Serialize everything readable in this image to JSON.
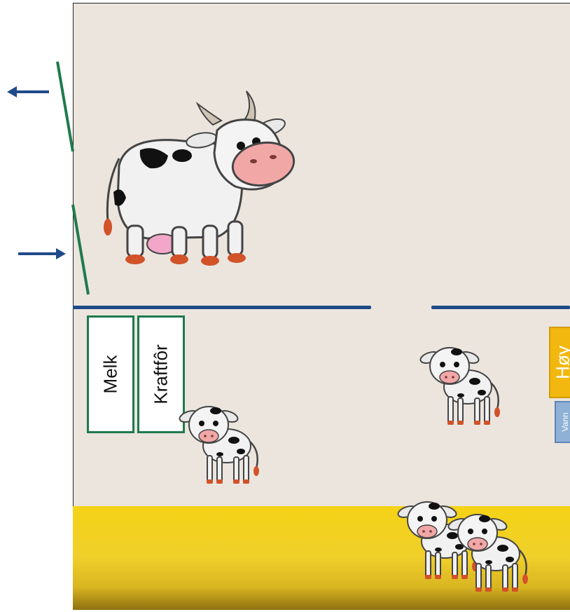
{
  "labels": {
    "milk": "Melk",
    "concentrate": "Kraftfôr",
    "hay": "Høy",
    "water": "Vann"
  },
  "icons": {
    "cow": "cow-icon",
    "calf": "calf-icon",
    "arrow_out": "arrow-left-icon",
    "arrow_in": "arrow-right-icon"
  },
  "colors": {
    "floor": "#ebe5de",
    "straw": "#f5d316",
    "rail": "#1f4a8a",
    "gate": "#1f7a4c",
    "hay": "#f2b80f",
    "water": "#8fb1d6"
  }
}
